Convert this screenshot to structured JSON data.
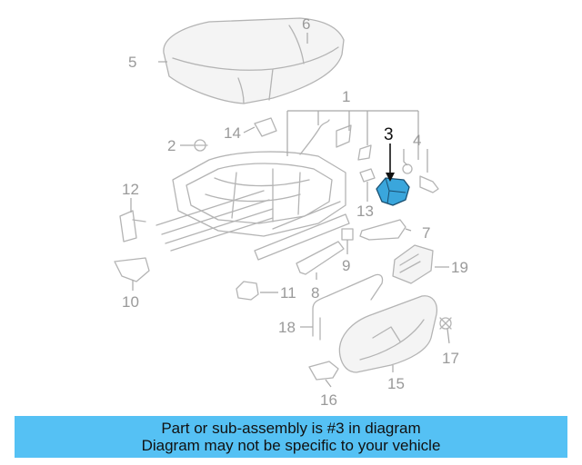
{
  "diagram": {
    "highlighted_part": "3",
    "highlight_color": "#3aa6dc",
    "callouts": {
      "c1": "1",
      "c2": "2",
      "c3": "3",
      "c4": "4",
      "c5": "5",
      "c6": "6",
      "c7": "7",
      "c8": "8",
      "c9": "9",
      "c10": "10",
      "c11": "11",
      "c12": "12",
      "c13": "13",
      "c14": "14",
      "c15": "15",
      "c16": "16",
      "c17": "17",
      "c18": "18",
      "c19": "19"
    }
  },
  "banner": {
    "line1": "Part or sub-assembly is #3 in diagram",
    "line2": "Diagram may not be specific to your vehicle",
    "background": "#55c1f4"
  }
}
